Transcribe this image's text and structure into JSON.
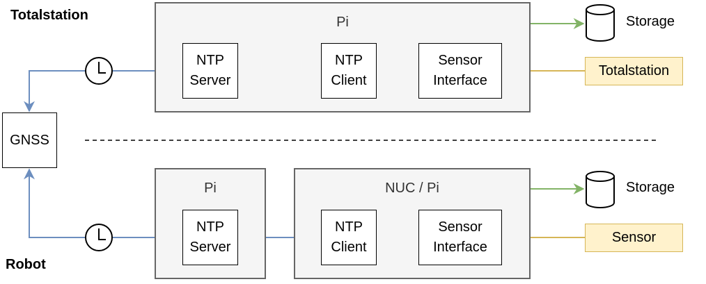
{
  "sections": {
    "top_label": "Totalstation",
    "bottom_label": "Robot"
  },
  "gnss": {
    "label": "GNSS"
  },
  "top": {
    "container_title": "Pi",
    "ntp_server": {
      "line1": "NTP",
      "line2": "Server"
    },
    "ntp_client": {
      "line1": "NTP",
      "line2": "Client"
    },
    "sensor_interface": {
      "line1": "Sensor",
      "line2": "Interface"
    },
    "storage_label": "Storage",
    "source_label": "Totalstation"
  },
  "bottom": {
    "server_container_title": "Pi",
    "client_container_title": "NUC / Pi",
    "ntp_server": {
      "line1": "NTP",
      "line2": "Server"
    },
    "ntp_client": {
      "line1": "NTP",
      "line2": "Client"
    },
    "sensor_interface": {
      "line1": "Sensor",
      "line2": "Interface"
    },
    "storage_label": "Storage",
    "source_label": "Sensor"
  },
  "colors": {
    "sync_arrow": "#6c8ebf",
    "storage_arrow": "#82b366",
    "source_arrow": "#d6b656",
    "source_fill": "#fff2cc",
    "container_fill": "#f5f5f5"
  },
  "icons": {
    "clock": "clock-icon",
    "storage": "database-icon"
  }
}
